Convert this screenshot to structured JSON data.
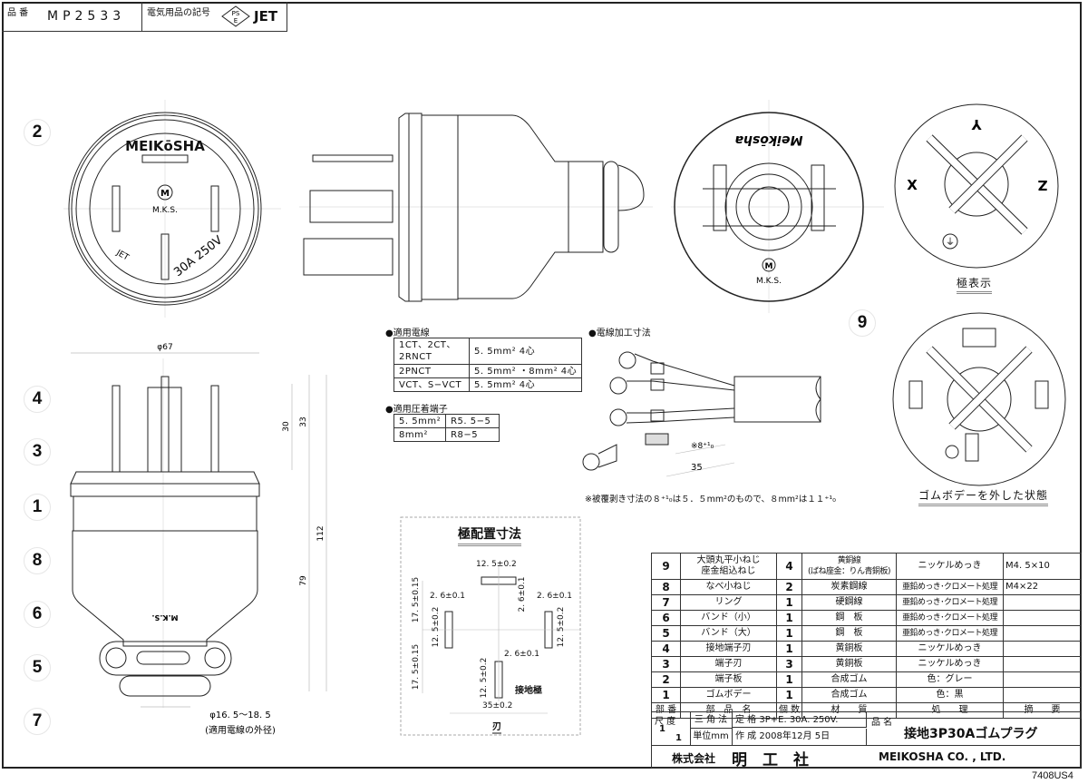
{
  "header": {
    "part_no_label": "品 番",
    "part_no": "MP2533",
    "mark_label": "電気用品の記号",
    "pse_mark_top": "PS",
    "pse_mark_bottom": "E",
    "jet_label": "JET"
  },
  "front_view": {
    "brand": "MEIKōSHA",
    "logo_letter": "M",
    "logo_text": "M.K.S.",
    "jet_text": "JET",
    "rating_text": "30A 250V"
  },
  "rear_view": {
    "brand": "Meikōsha",
    "logo_letter": "M",
    "logo_text": "M.K.S."
  },
  "pole_indication": {
    "caption": "極表示",
    "labels": [
      "Y",
      "X",
      "Z"
    ],
    "ground_symbol": "⏚"
  },
  "body_removed": {
    "caption": "ゴムボデーを外した状態"
  },
  "balloons": [
    "2",
    "4",
    "3",
    "1",
    "8",
    "6",
    "5",
    "7",
    "9"
  ],
  "side_dims": {
    "width": "φ67",
    "pin_len": "30",
    "ground_pin_len": "33",
    "total_len": "112",
    "body_len": "79",
    "cable_od": "φ16. 5〜18. 5",
    "cable_od_note": "(適用電線の外径)",
    "bottom_logo": "M.K.S."
  },
  "applicable_wire": {
    "title": "●適用電線",
    "rows": [
      {
        "type": "1CT、2CT、\n2RNCT",
        "size": "5. 5mm² 4心"
      },
      {
        "type": "2PNCT",
        "size": "5. 5mm² ・8mm² 4心"
      },
      {
        "type": "VCT、S−VCT",
        "size": "5. 5mm² 4心"
      }
    ]
  },
  "crimp_terminal": {
    "title": "●適用圧着端子",
    "rows": [
      {
        "size": "5. 5mm²",
        "terminal": "R5. 5−5"
      },
      {
        "size": "8mm²",
        "terminal": "R8−5"
      }
    ]
  },
  "wire_processing": {
    "title": "●電線加工寸法",
    "strip_dim": "※8⁺¹₀",
    "length_dim": "35",
    "note": "※被覆剥き寸法の８⁺¹₀は５．５mm²のもので、８mm²は１１⁺¹₀"
  },
  "pole_layout": {
    "title": "極配置寸法",
    "top_width": "12. 5±0.2",
    "gap_top": "2. 6±0.1",
    "left_width": "2. 6±0.1",
    "right_width": "2. 6±0.1",
    "left_len": "12. 5±0.2",
    "right_len": "12. 5±0.2",
    "upper_offset": "17. 5±0.15",
    "lower_offset": "17. 5±0.15",
    "ground_width": "2. 6±0.1",
    "ground_len": "12. 5±0.2",
    "ground_label": "接地極",
    "span": "35±0.2",
    "blade_label": "刃"
  },
  "parts_table": {
    "headers": [
      "部 番",
      "部　品　名",
      "個 数",
      "材　　質",
      "処　　理",
      "摘　　要"
    ],
    "rows": [
      {
        "no": "9",
        "name": "大頭丸平小ねじ\n座金組込ねじ",
        "qty": "4",
        "material": "黄銅線\n(ばね座金：りん青銅板)",
        "treatment": "ニッケルめっき",
        "note": "M4. 5×10"
      },
      {
        "no": "8",
        "name": "なべ小ねじ",
        "qty": "2",
        "material": "炭素鋼線",
        "treatment": "亜鉛めっき･クロメート処理",
        "note": "M4×22"
      },
      {
        "no": "7",
        "name": "リング",
        "qty": "1",
        "material": "硬鋼線",
        "treatment": "亜鉛めっき･クロメート処理",
        "note": ""
      },
      {
        "no": "6",
        "name": "バンド（小）",
        "qty": "1",
        "material": "鋼　板",
        "treatment": "亜鉛めっき･クロメート処理",
        "note": ""
      },
      {
        "no": "5",
        "name": "バンド（大）",
        "qty": "1",
        "material": "鋼　板",
        "treatment": "亜鉛めっき･クロメート処理",
        "note": ""
      },
      {
        "no": "4",
        "name": "接地端子刃",
        "qty": "1",
        "material": "黄銅板",
        "treatment": "ニッケルめっき",
        "note": ""
      },
      {
        "no": "3",
        "name": "端子刃",
        "qty": "3",
        "material": "黄銅板",
        "treatment": "ニッケルめっき",
        "note": ""
      },
      {
        "no": "2",
        "name": "端子板",
        "qty": "1",
        "material": "合成ゴム",
        "treatment": "色：グレー",
        "note": ""
      },
      {
        "no": "1",
        "name": "ゴムボデー",
        "qty": "1",
        "material": "合成ゴム",
        "treatment": "色：黒",
        "note": ""
      }
    ]
  },
  "title_block": {
    "scale_label": "尺 度",
    "scale_num": "1",
    "scale_den": "1",
    "projection": "三 角 法",
    "rating_label": "定 格",
    "rating": "3P+E. 30A. 250V.",
    "unit": "単位mm",
    "created_label": "作 成",
    "created_date": "2008年12月  5日",
    "product_label": "品 名",
    "product_name": "接地3P30Aゴムプラグ",
    "company_jp_prefix": "株式会社",
    "company_jp": "明　工　社",
    "company_en": "MEIKOSHA  CO. , LTD.",
    "drawing_no": "7408US4"
  }
}
